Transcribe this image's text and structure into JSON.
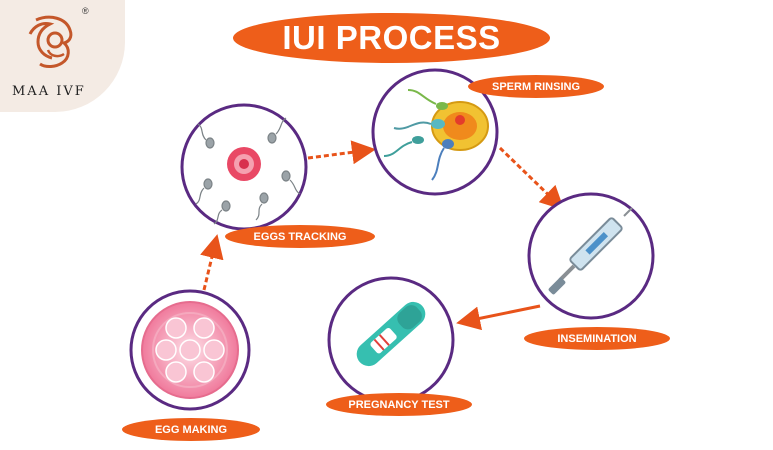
{
  "brand": {
    "name": "MAA IVF",
    "registered_mark": "®"
  },
  "title": "IUI PROCESS",
  "steps": [
    {
      "id": "egg-making",
      "label": "EGG MAKING"
    },
    {
      "id": "eggs-tracking",
      "label": "EGGS TRACKING"
    },
    {
      "id": "sperm-rinsing",
      "label": "SPERM RINSING"
    },
    {
      "id": "insemination",
      "label": "INSEMINATION"
    },
    {
      "id": "pregnancy-test",
      "label": "PREGNANCY TEST"
    }
  ],
  "flow": [
    "egg-making",
    "eggs-tracking",
    "sperm-rinsing",
    "insemination",
    "pregnancy-test"
  ],
  "colors": {
    "accent": "#ee5e1a",
    "circle_border": "#5a2a82",
    "logo_background": "#f4ebe4",
    "arrow": "#e8531a"
  }
}
